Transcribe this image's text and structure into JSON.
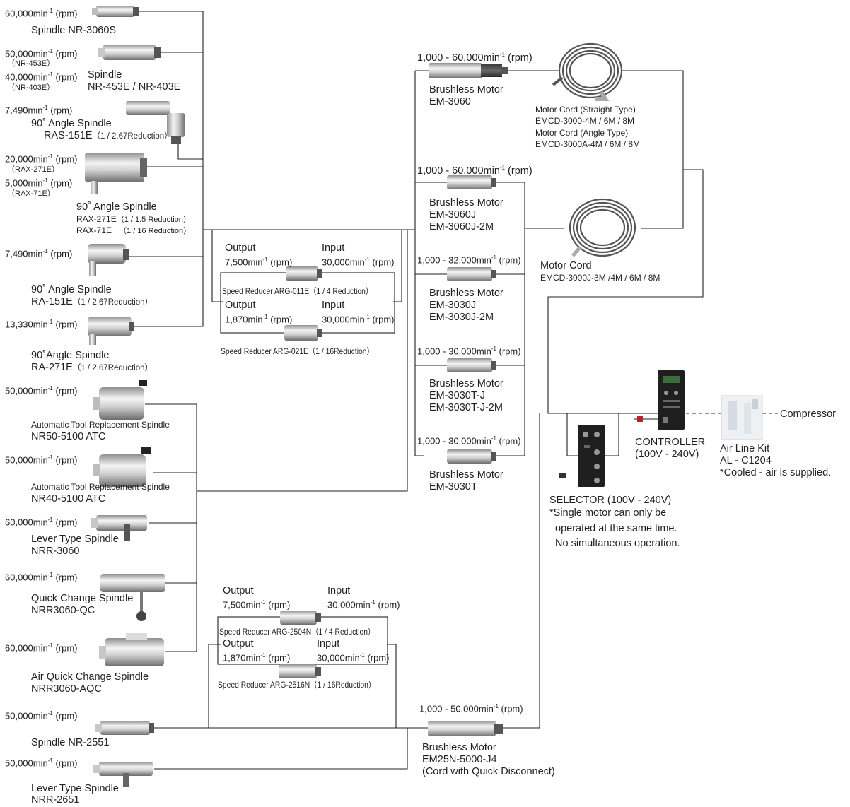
{
  "spindles": {
    "nr3060s": {
      "speed": "60,000min",
      "sup": "-1",
      "unit": " (rpm)",
      "name": "Spindle  NR-3060S"
    },
    "nr453e": {
      "speed": "50,000min",
      "sup": "-1",
      "unit": " (rpm)",
      "code1": "（NR-453E）",
      "speed2": "40,000min",
      "unit2": " (rpm)",
      "code2": "（NR-403E）",
      "name1": "Spindle",
      "name2": "NR-453E / NR-403E"
    },
    "ras151e": {
      "speed": "7,490min",
      "sup": "-1",
      "unit": " (rpm)",
      "name1": "90˚ Angle Spindle",
      "name2": "RAS-151E",
      "red": "（1 / 2.67Reduction）"
    },
    "rax271e": {
      "speed": "20,000min",
      "sup": "-1",
      "unit": " (rpm)",
      "code1": "（RAX-271E）",
      "speed2": "5,000min",
      "unit2": " (rpm)",
      "code2": "（RAX-71E）",
      "name1": "90˚ Angle Spindle",
      "line2a": "RAX-271E",
      "line2b": "（1 / 1.5 Reduction）",
      "line3a": "RAX-71E",
      "line3b": "（1 / 16 Reduction）"
    },
    "ra151e": {
      "speed": "7,490min",
      "sup": "-1",
      "unit": " (rpm)",
      "name1": "90˚ Angle Spindle",
      "name2": "RA-151E",
      "red": "（1 / 2.67Reduction）"
    },
    "ra271e": {
      "speed": "13,330min",
      "sup": "-1",
      "unit": " (rpm)",
      "name1": "90˚Angle Spindle",
      "name2": "RA-271E",
      "red": "（1 / 2.67Reduction）"
    },
    "nr50": {
      "speed": "50,000min",
      "sup": "-1",
      "unit": " (rpm)",
      "name1": "Automatic Tool Replacement Spindle",
      "name2": "NR50-5100 ATC"
    },
    "nr40": {
      "speed": "50,000min",
      "sup": "-1",
      "unit": " (rpm)",
      "name1": "Automatic Tool Replacement Spindle",
      "name2": "NR40-5100 ATC"
    },
    "nrr3060": {
      "speed": "60,000min",
      "sup": "-1",
      "unit": " (rpm)",
      "name1": "Lever Type Spindle",
      "name2": "NRR-3060"
    },
    "nrr3060qc": {
      "speed": "60,000min",
      "sup": "-1",
      "unit": " (rpm)",
      "name1": "Quick Change Spindle",
      "name2": "NRR3060-QC"
    },
    "nrr3060aqc": {
      "speed": "60,000min",
      "sup": "-1",
      "unit": " (rpm)",
      "name1": "Air Quick Change Spindle",
      "name2": "NRR3060-AQC"
    },
    "nr2551": {
      "speed": "50,000min",
      "sup": "-1",
      "unit": " (rpm)",
      "name": "Spindle  NR-2551"
    },
    "nrr2651": {
      "speed": "50,000min",
      "sup": "-1",
      "unit": " (rpm)",
      "name1": "Lever Type Spindle",
      "name2": "NRR-2651"
    }
  },
  "reducers_top": {
    "output_label": "Output",
    "input_label": "Input",
    "r1_out": "7,500min",
    "r1_in": "30,000min",
    "sup": "-1",
    "unit": " (rpm)",
    "r1_name": "Speed Reducer  ARG-011E（1 / 4 Reduction）",
    "r2_out": "1,870min",
    "r2_in": "30,000min",
    "r2_name": "Speed Reducer  ARG-021E（1 / 16Reduction）"
  },
  "reducers_bottom": {
    "output_label": "Output",
    "input_label": "Input",
    "r1_out": "7,500min",
    "r1_in": "30,000min",
    "sup": "-1",
    "unit": " (rpm)",
    "r1_name": "Speed Reducer  ARG-2504N（1 / 4 Reduction）",
    "r2_out": "1,870min",
    "r2_in": "30,000min",
    "r2_name": "Speed Reducer  ARG-2516N（1 / 16Reduction）"
  },
  "motors": {
    "em3060": {
      "range": "1,000 - 60,000min",
      "sup": "-1",
      "unit": " (rpm)",
      "name1": "Brushless Motor",
      "name2": "EM-3060"
    },
    "em3060j": {
      "range": "1,000 - 60,000min",
      "sup": "-1",
      "unit": " (rpm)",
      "name1": "Brushless Motor",
      "name2": "EM-3060J",
      "name3": "EM-3060J-2M"
    },
    "em3030j": {
      "range": "1,000 - 32,000min",
      "sup": "-1",
      "unit": " (rpm)",
      "name1": "Brushless Motor",
      "name2": "EM-3030J",
      "name3": "EM-3030J-2M"
    },
    "em3030tj": {
      "range": "1,000 - 30,000min",
      "sup": "-1",
      "unit": " (rpm)",
      "name1": "Brushless Motor",
      "name2": "EM-3030T-J",
      "name3": "EM-3030T-J-2M"
    },
    "em3030t": {
      "range": "1,000 - 30,000min",
      "sup": "-1",
      "unit": " (rpm)",
      "name1": "Brushless Motor",
      "name2": "EM-3030T"
    },
    "em25n": {
      "range": "1,000 - 50,000min",
      "sup": "-1",
      "unit": " (rpm)",
      "name1": "Brushless Motor",
      "name2": "EM25N-5000-J4",
      "name3": "(Cord with Quick Disconnect)"
    }
  },
  "cords": {
    "straight_title": "Motor Cord (Straight Type)",
    "straight_models": "EMCD-3000-4M / 6M / 8M",
    "angle_title": "Motor Cord (Angle Type)",
    "angle_models": "EMCD-3000A-4M / 6M / 8M",
    "j_title": "Motor Cord",
    "j_models": "EMCD-3000J-3M /4M / 6M / 8M"
  },
  "controller": {
    "name": "CONTROLLER",
    "voltage": "(100V - 240V)"
  },
  "selector": {
    "name": "SELECTOR (100V - 240V)",
    "note1": "*Single motor can only be",
    "note2": "operated at the same time.",
    "note3": "No simultaneous operation."
  },
  "airline": {
    "name1": "Air Line Kit",
    "name2": "AL - C1204",
    "note": "*Cooled - air is supplied."
  },
  "compressor": {
    "label": "Compressor"
  }
}
